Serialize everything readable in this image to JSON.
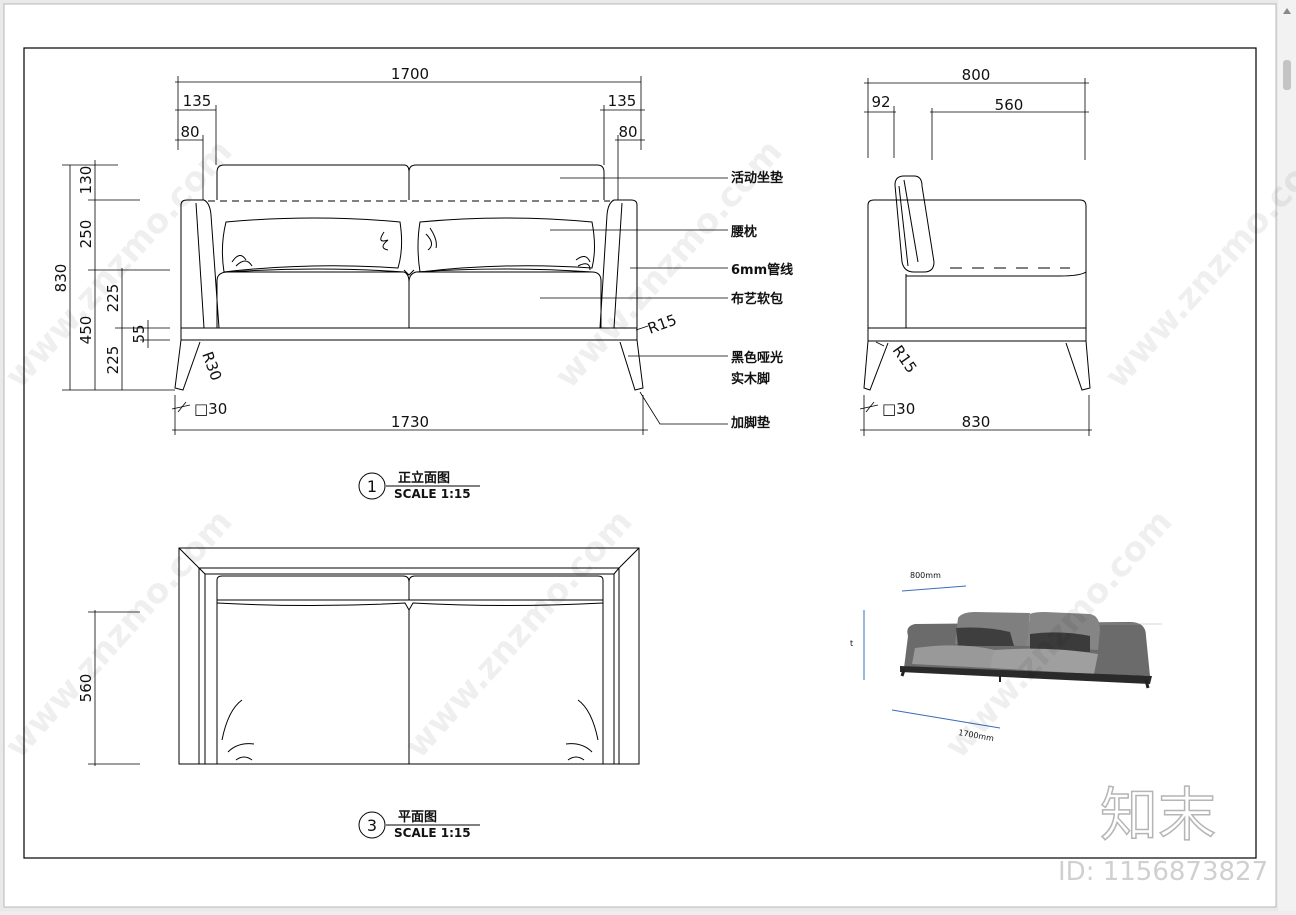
{
  "front_view": {
    "dims": {
      "overall_top": "1700",
      "left_135": "135",
      "left_80": "80",
      "right_135": "135",
      "right_80": "80",
      "overall_bottom": "1730",
      "height_total": "830",
      "h_130": "130",
      "h_250": "250",
      "h_450": "450",
      "h_225_upper": "225",
      "h_55": "55",
      "h_225_lower": "225",
      "r15": "R15",
      "r30": "R30",
      "sq30": "□30"
    },
    "labels": {
      "cushion": "活动坐垫",
      "pillow": "腰枕",
      "piping": "6mm管线",
      "fabric": "布艺软包",
      "legs_line1": "黑色哑光",
      "legs_line2": "实木脚",
      "foot_pad": "加脚垫"
    },
    "title": {
      "number": "1",
      "name": "正立面图",
      "scale": "SCALE 1:15"
    }
  },
  "side_view": {
    "dims": {
      "top_800": "800",
      "top_92": "92",
      "top_560": "560",
      "bottom_830": "830",
      "r15": "R15",
      "sq30": "□30"
    }
  },
  "plan_view": {
    "dims": {
      "depth_560": "560"
    },
    "title": {
      "number": "3",
      "name": "平面图",
      "scale": "SCALE 1:15"
    }
  },
  "photo": {
    "width_label": "800mm",
    "height_label": "t",
    "length_label": "1700mm"
  },
  "watermark": {
    "brand": "知末",
    "id": "ID: 1156873827",
    "site": "www.znzmo.com"
  }
}
